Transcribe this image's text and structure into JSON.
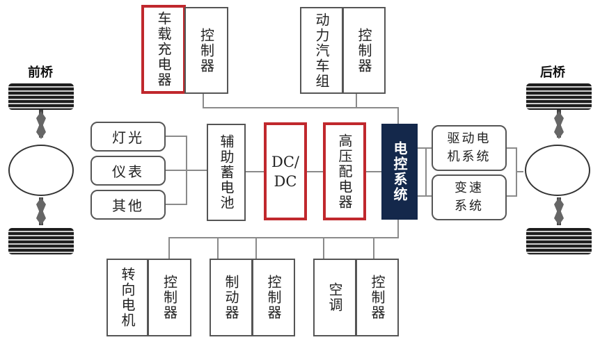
{
  "axles": {
    "front": "前桥",
    "rear": "后桥"
  },
  "top_modules": [
    {
      "name": "车载充电器",
      "controller": "控制器",
      "highlighted": true
    },
    {
      "name": "动力汽车组",
      "controller": "控制器",
      "highlighted": false
    }
  ],
  "left_loads": [
    "灯光",
    "仪表",
    "其他"
  ],
  "battery": "辅助蓄电池",
  "dcdc": "DC/\nDC",
  "hv_distribution": "高压配电器",
  "control_system": "电控系统",
  "right_units": [
    "驱动电\n机系统",
    "变速\n系统"
  ],
  "bottom_modules": [
    {
      "name": "转向电机",
      "controller": "控制器"
    },
    {
      "name": "制动器",
      "controller": "控制器"
    },
    {
      "name": "空调",
      "controller": "控制器"
    }
  ],
  "colors": {
    "highlight": "#c0282d",
    "control_bg": "#14284b",
    "border": "#555555",
    "wire": "#8a8a8a"
  }
}
